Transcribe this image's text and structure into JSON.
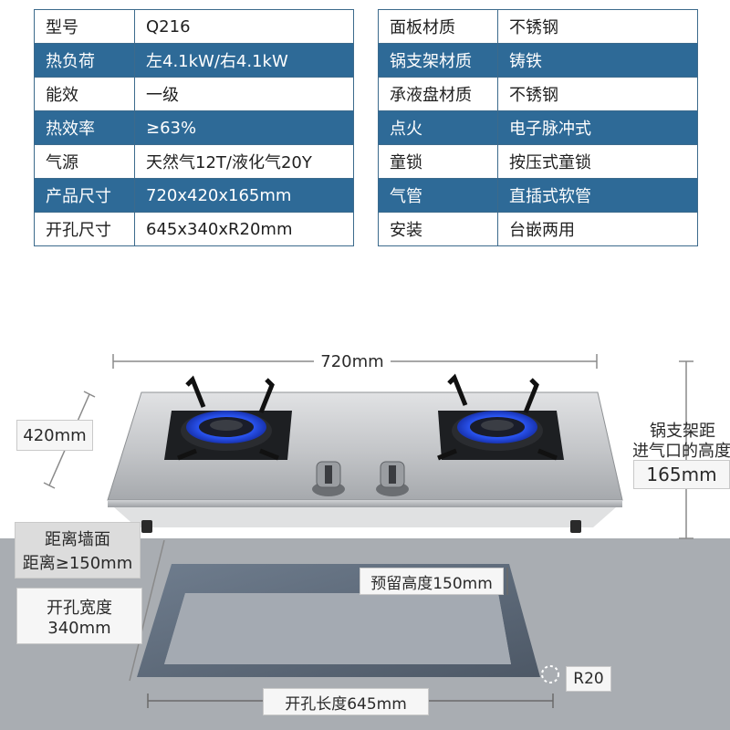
{
  "spec_left": [
    {
      "key": "型号",
      "value": "Q216"
    },
    {
      "key": "热负荷",
      "value": "左4.1kW/右4.1kW"
    },
    {
      "key": "能效",
      "value": "一级"
    },
    {
      "key": "热效率",
      "value": "≥63%"
    },
    {
      "key": "气源",
      "value": "天然气12T/液化气20Y"
    },
    {
      "key": "产品尺寸",
      "value": "720x420x165mm"
    },
    {
      "key": "开孔尺寸",
      "value": "645x340xR20mm"
    }
  ],
  "spec_right": [
    {
      "key": "面板材质",
      "value": "不锈钢"
    },
    {
      "key": "锅支架材质",
      "value": "铸铁"
    },
    {
      "key": "承液盘材质",
      "value": "不锈钢"
    },
    {
      "key": "点火",
      "value": "电子脉冲式"
    },
    {
      "key": "童锁",
      "value": "按压式童锁"
    },
    {
      "key": "气管",
      "value": "直插式软管"
    },
    {
      "key": "安装",
      "value": "台嵌两用"
    }
  ],
  "dims": {
    "width": "720mm",
    "depth": "420mm",
    "height_label_1": "锅支架距",
    "height_label_2": "进气口的高度",
    "height": "165mm",
    "wall_label_1": "距离墙面",
    "wall_label_2": "距离≥150mm",
    "cut_width_label": "开孔宽度",
    "cut_width": "340mm",
    "reserve_height": "预留高度150mm",
    "radius": "R20",
    "cut_length": "开孔长度645mm"
  },
  "colors": {
    "table_accent": "#2e6a97",
    "flame": "#2d5bff",
    "stainless": "#c4c6c9",
    "counter": "#a9adb2"
  }
}
